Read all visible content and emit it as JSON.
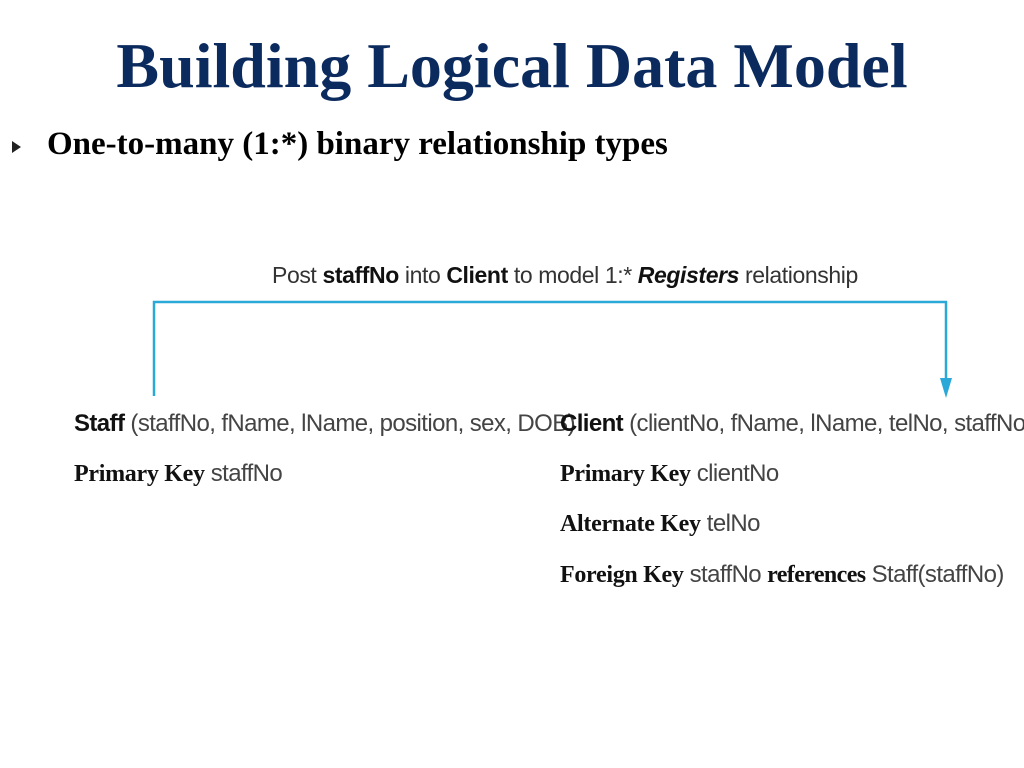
{
  "title": "Building Logical Data Model",
  "bullet": {
    "text": "One-to-many (1:*) binary relationship types"
  },
  "caption": {
    "post": "Post",
    "attr": "staffNo",
    "into": "into",
    "entity": "Client",
    "to_model": "to model 1:*",
    "relationship": "Registers",
    "tail": "relationship"
  },
  "colors": {
    "title": "#0b2a5e",
    "connector": "#2aa8d8"
  },
  "staff": {
    "name": "Staff",
    "attributes": "(staffNo, fName, lName, position, sex, DOB)",
    "primary_key_label": "Primary Key",
    "primary_key": "staffNo"
  },
  "client": {
    "name": "Client",
    "attributes": "(clientNo, fName, lName, telNo, staffNo)",
    "primary_key_label": "Primary Key",
    "primary_key": "clientNo",
    "alternate_key_label": "Alternate Key",
    "alternate_key": "telNo",
    "foreign_key_label": "Foreign Key",
    "foreign_key": "staffNo",
    "references_label": "references",
    "references_target": "Staff(staffNo)"
  }
}
